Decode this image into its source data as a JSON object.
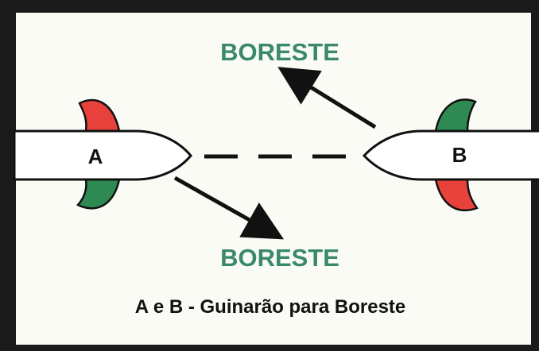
{
  "labels": {
    "top": "BORESTE",
    "bottom": "BORESTE",
    "ship_a": "A",
    "ship_b": "B",
    "caption": "A e B - Guinarão para Boreste"
  },
  "colors": {
    "label_green": "#3a8a6a",
    "red_light": "#e8413c",
    "green_light": "#2e8a52",
    "panel_bg": "#fbfbf6",
    "hull": "#ffffff",
    "outline": "#111111"
  }
}
